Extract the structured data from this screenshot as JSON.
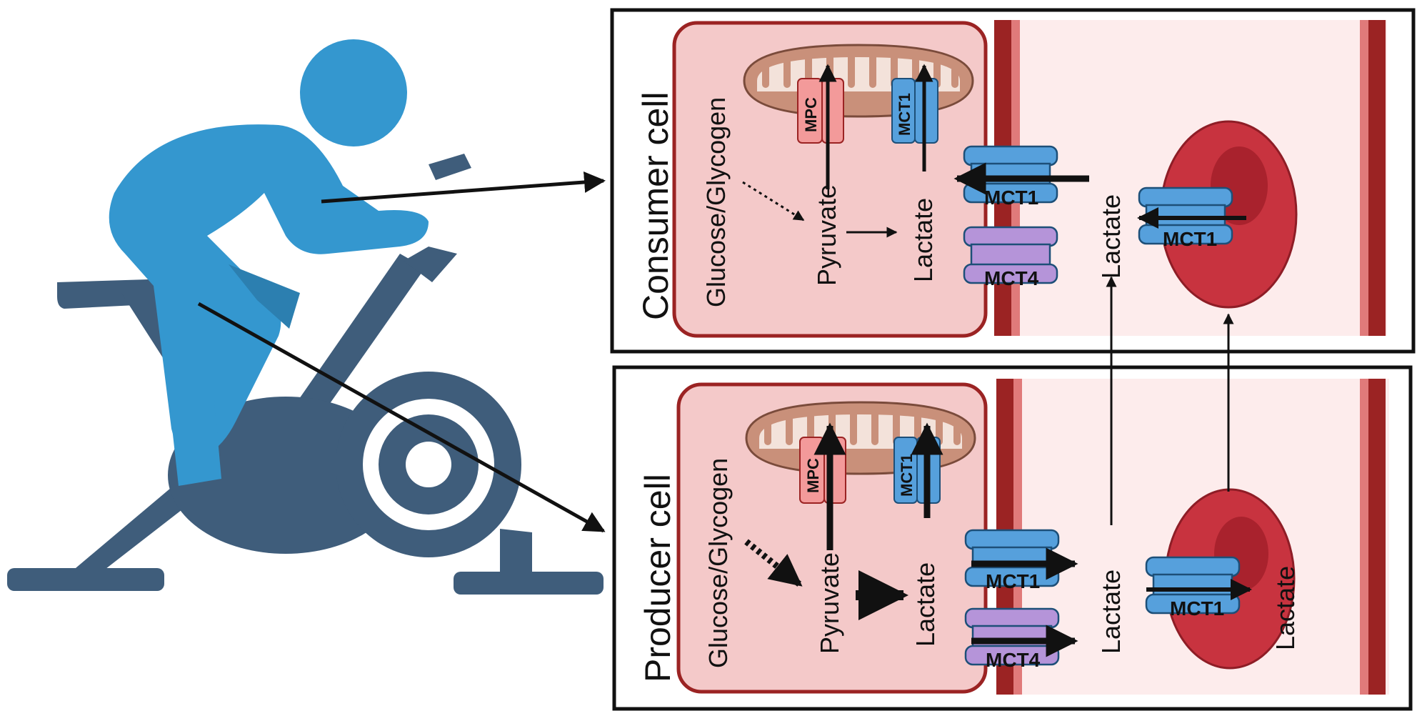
{
  "panels": {
    "consumer": {
      "title": "Consumer cell",
      "substrate": "Glucose/Glycogen",
      "pyruvate": "Pyruvate",
      "lactate_cell": "Lactate",
      "mpc": "MPC",
      "mct1_mito": "MCT1",
      "mct1_membrane": "MCT1",
      "mct4_membrane": "MCT4",
      "lactate_blood": "Lactate",
      "mct1_rbc": "MCT1"
    },
    "producer": {
      "title": "Producer cell",
      "substrate": "Glucose/Glycogen",
      "pyruvate": "Pyruvate",
      "lactate_cell": "Lactate",
      "mpc": "MPC",
      "mct1_mito": "MCT1",
      "mct1_membrane": "MCT1",
      "mct4_membrane": "MCT4",
      "lactate_blood": "Lactate",
      "mct1_rbc": "MCT1",
      "lactate_rbc": "Lactate"
    }
  },
  "colors": {
    "cyclist_blue": "#3497cf",
    "bike_navy": "#3f5d7b",
    "cell_fill": "#f4c9c9",
    "cell_border": "#9b2323",
    "mct1_blue": "#56a0dc",
    "mct4_purple": "#b594d9",
    "mpc_pink": "#f39a9a",
    "rbc_red": "#c8333f",
    "vessel_bg": "#fdecec"
  }
}
